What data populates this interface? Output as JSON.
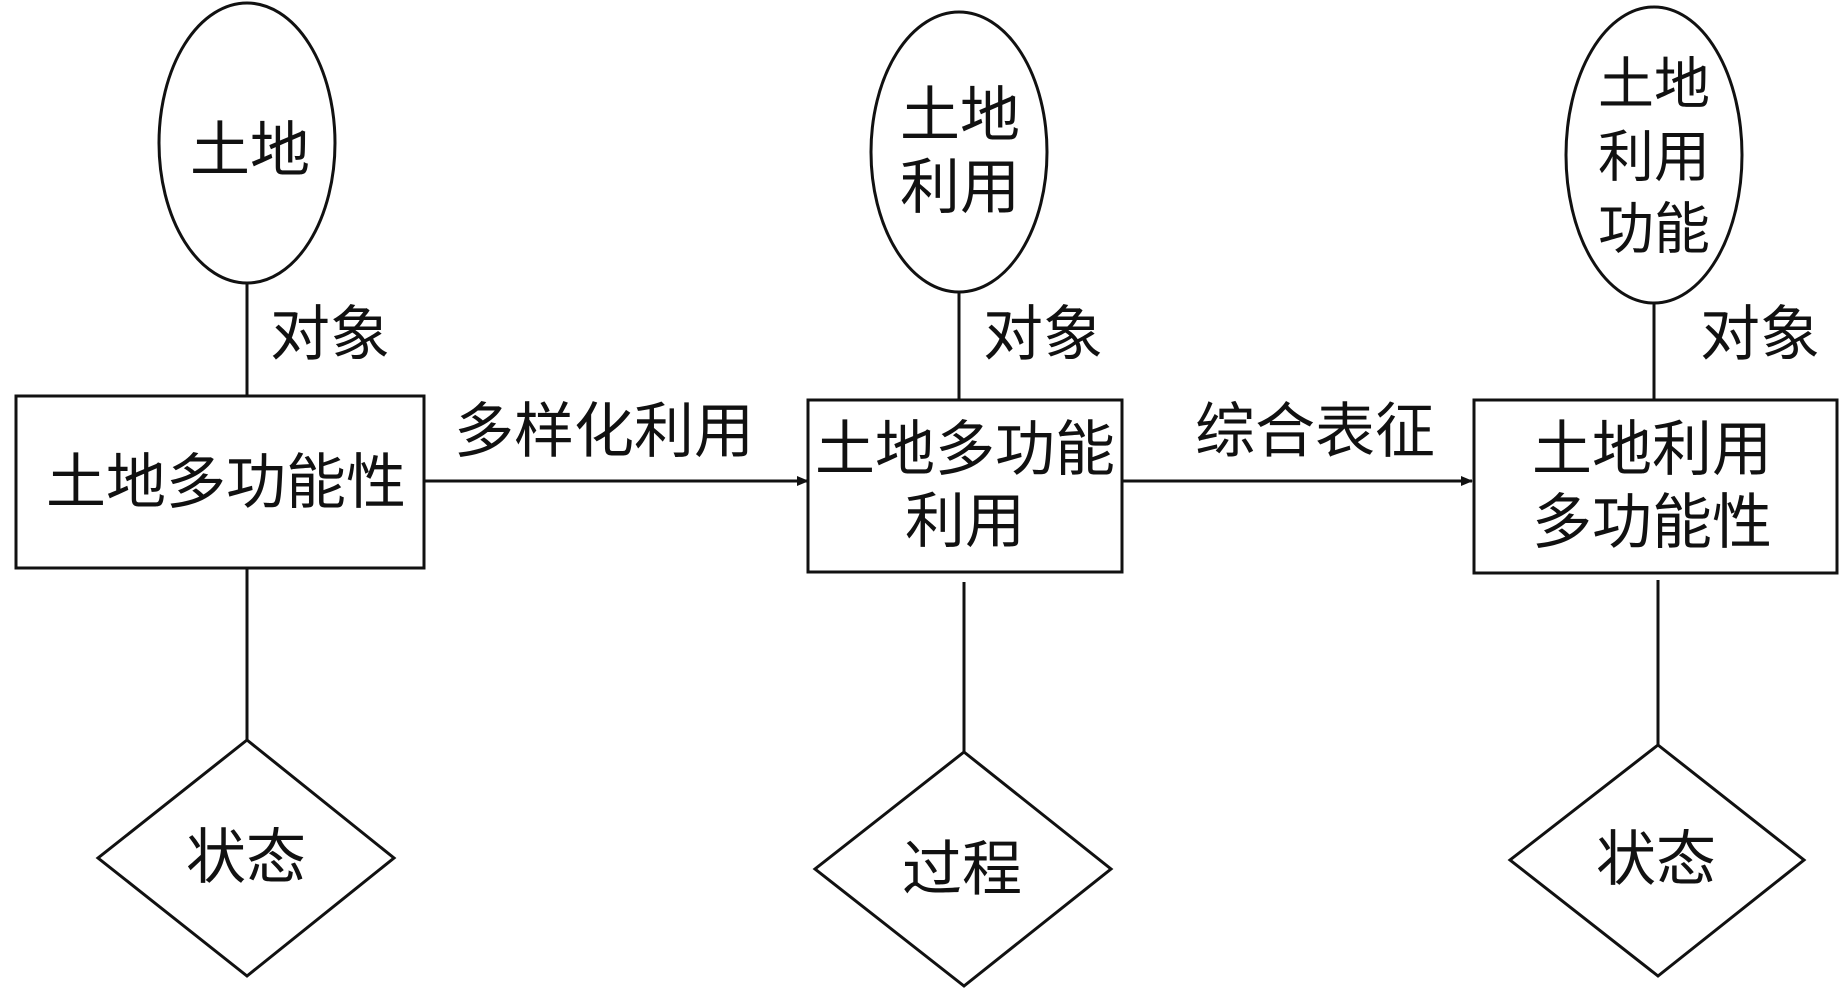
{
  "columns": [
    {
      "id": "c1",
      "object_lines": [
        "土地"
      ],
      "edge_label": "对象",
      "box_lines": [
        "土地多功能性"
      ],
      "diamond_label": "状态"
    },
    {
      "id": "c2",
      "object_lines": [
        "土地",
        "利用"
      ],
      "edge_label": "对象",
      "box_lines": [
        "土地多功能",
        "利用"
      ],
      "diamond_label": "过程"
    },
    {
      "id": "c3",
      "object_lines": [
        "土地",
        "利用",
        "功能"
      ],
      "edge_label": "对象",
      "box_lines": [
        "土地利用",
        "多功能性"
      ],
      "diamond_label": "状态"
    }
  ],
  "arrows": [
    {
      "from": "c1",
      "to": "c2",
      "label": "多样化利用"
    },
    {
      "from": "c2",
      "to": "c3",
      "label": "综合表征"
    }
  ],
  "colors": {
    "stroke": "#111111",
    "background": "#ffffff"
  }
}
